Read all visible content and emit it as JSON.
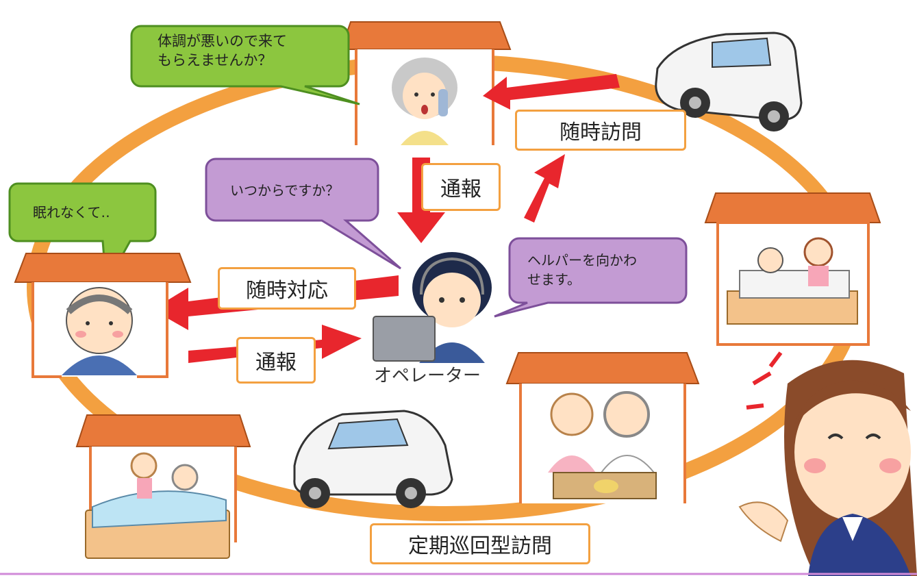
{
  "bubbles": {
    "elder_request": "体調が悪いので来て\nもらえませんか？",
    "sleepless": "眠れなくて‥",
    "operator_question": "いつからですか？",
    "operator_reply": "ヘルパーを向かわ\nせます。"
  },
  "labels": {
    "visit_anytime": "随時訪問",
    "report_top": "通報",
    "respond_anytime": "随時対応",
    "report_left": "通報",
    "operator": "オペレーター",
    "scheduled_visit": "定期巡回型訪問"
  },
  "colors": {
    "ring": "#f3a040",
    "arrow": "#e8262d",
    "green_bubble": "#8cc63f",
    "purple_bubble": "#c39bd3",
    "roof": "#e8793a"
  },
  "icons": [
    "elderly-woman-phone-icon",
    "car-icon",
    "elderly-man-icon",
    "operator-icon",
    "bedridden-patient-icon",
    "caregiver-meal-icon",
    "caregiver-bed-icon",
    "guide-woman-icon"
  ]
}
